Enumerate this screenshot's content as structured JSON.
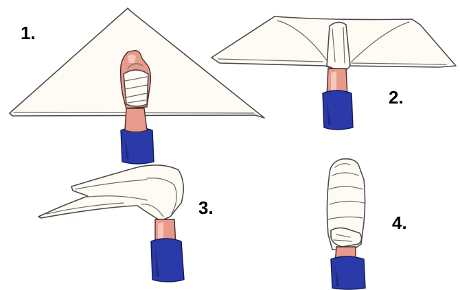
{
  "steps": [
    {
      "label": "1."
    },
    {
      "label": "2."
    },
    {
      "label": "3."
    },
    {
      "label": "4."
    }
  ],
  "colors": {
    "bandage": "#fdfbf3",
    "outline": "#4a4a4a",
    "skin": "#e89a8c",
    "sleeve": "#2a3aa8"
  }
}
